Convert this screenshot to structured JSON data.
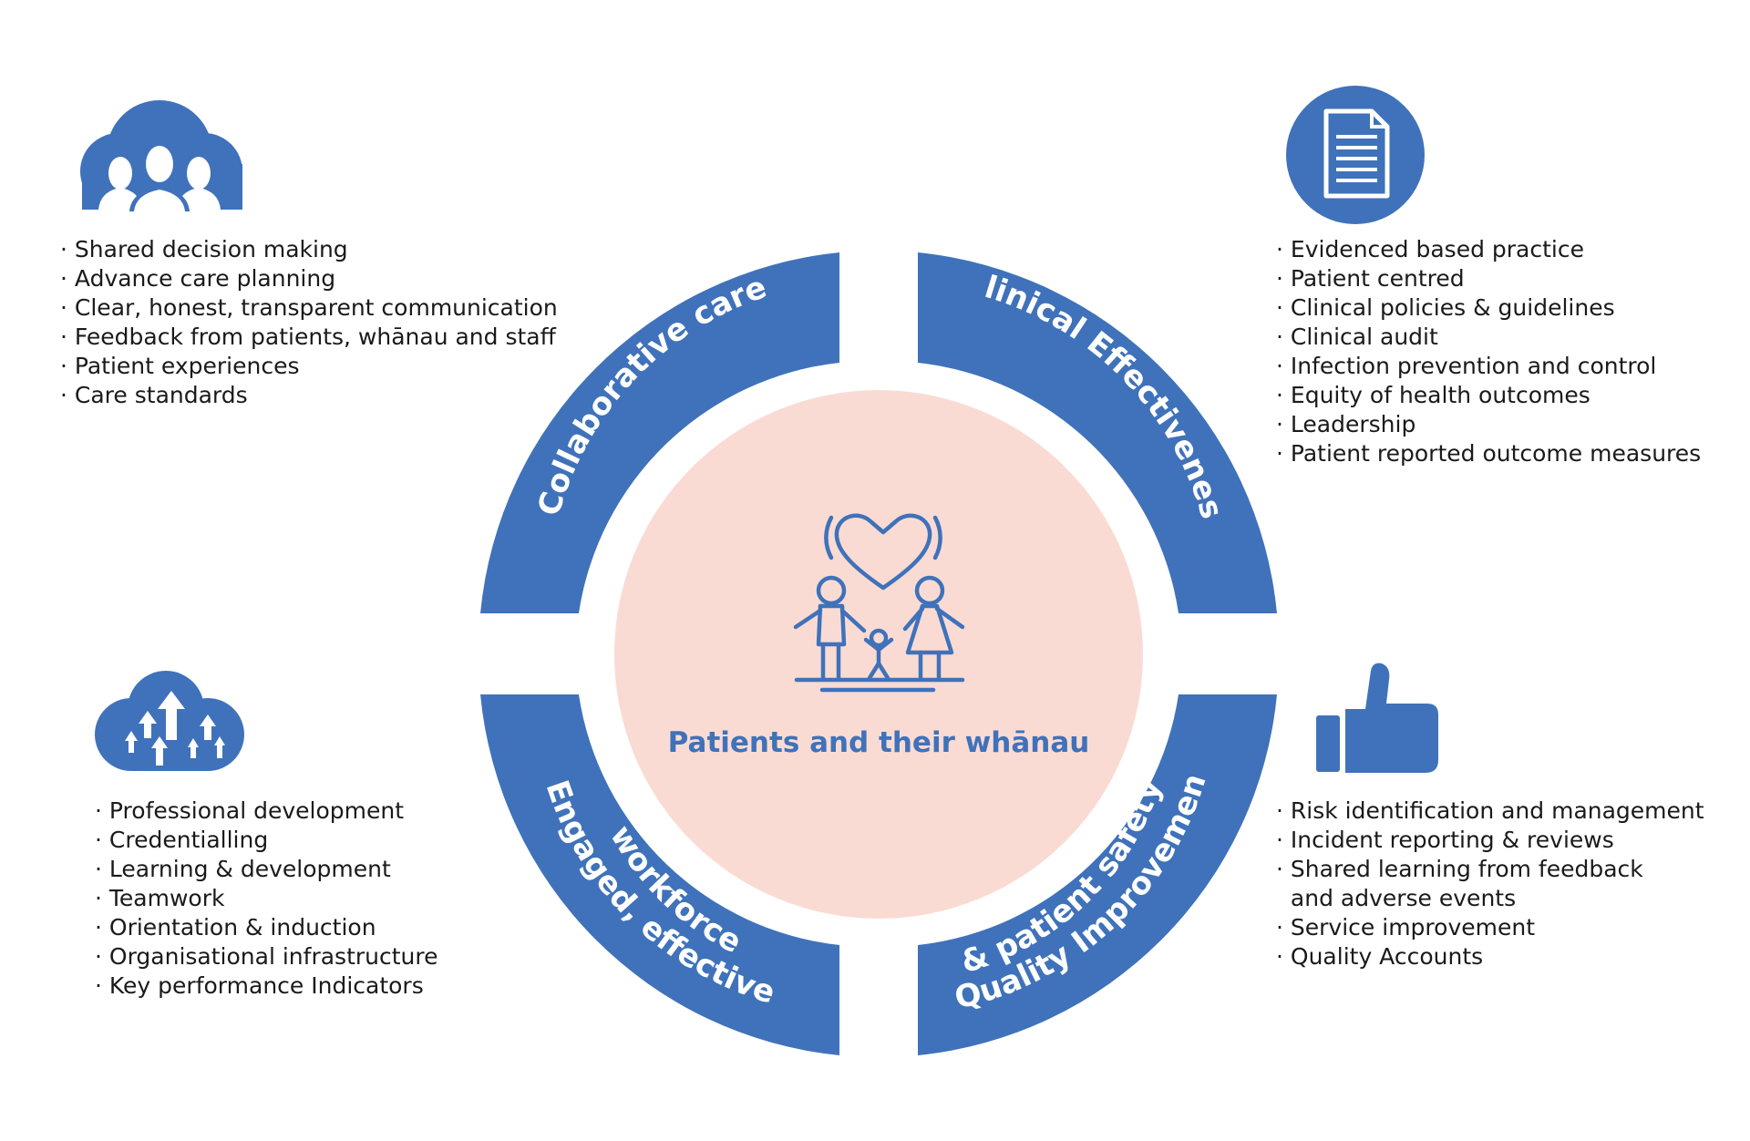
{
  "center": {
    "title": "Patients and their whānau",
    "icon": "family-heart-icon",
    "fill_color": "#fadbd3"
  },
  "accent_color": "#3f72ba",
  "quadrants": [
    {
      "id": "collaborative-care",
      "label": "Collaborative care",
      "icon": "people-cloud-icon",
      "items": [
        "Shared decision making",
        "Advance care planning",
        "Clear, honest, transparent communication",
        "Feedback from patients, whānau and staff",
        "Patient experiences",
        "Care standards"
      ]
    },
    {
      "id": "clinical-effectiveness",
      "label": "Clinical Effectiveness",
      "icon": "document-icon",
      "items": [
        "Evidenced based practice",
        "Patient centred",
        "Clinical policies & guidelines",
        "Clinical audit",
        "Infection prevention and control",
        "Equity of health outcomes",
        "Leadership",
        "Patient reported outcome measures"
      ]
    },
    {
      "id": "engaged-workforce",
      "label_line1": "Engaged, effective",
      "label_line2": "workforce",
      "icon": "arrows-cloud-icon",
      "items": [
        "Professional development",
        "Credentialling",
        "Learning & development",
        "Teamwork",
        "Orientation & induction",
        "Organisational infrastructure",
        "Key performance Indicators"
      ]
    },
    {
      "id": "quality-improvement",
      "label_line1": "Quality Improvement",
      "label_line2": "& patient safety",
      "icon": "thumbs-up-icon",
      "items": [
        "Risk identification and management",
        "Incident reporting & reviews",
        "Shared learning from feedback",
        "and adverse events",
        "Service improvement",
        "Quality Accounts"
      ]
    }
  ]
}
